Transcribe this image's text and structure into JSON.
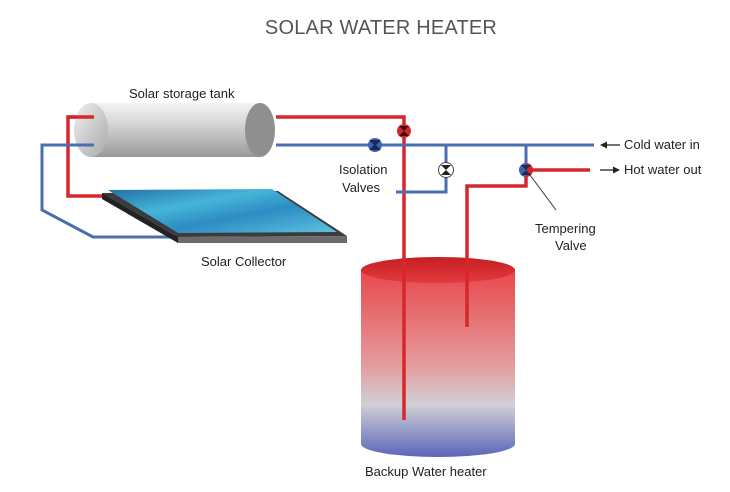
{
  "title": "SOLAR WATER HEATER",
  "labels": {
    "storage_tank": "Solar storage tank",
    "collector": "Solar Collector",
    "isolation_line1": "Isolation",
    "isolation_line2": "Valves",
    "tempering_line1": "Tempering",
    "tempering_line2": "Valve",
    "cold_in": "Cold water in",
    "hot_out": "Hot water out",
    "backup": "Backup Water heater"
  },
  "colors": {
    "hot_pipe": "#d7262c",
    "cold_pipe": "#4a6fb0",
    "title": "#555555",
    "tank_top": "#e8474a",
    "tank_bottom": "#5a66b8"
  },
  "icons": {
    "isolation_valve_a": "valve-icon",
    "isolation_valve_b": "valve-icon",
    "isolation_valve_c": "valve-icon",
    "tempering_valve": "valve-icon",
    "arrow_in": "arrow-left-icon",
    "arrow_out": "arrow-right-icon"
  }
}
